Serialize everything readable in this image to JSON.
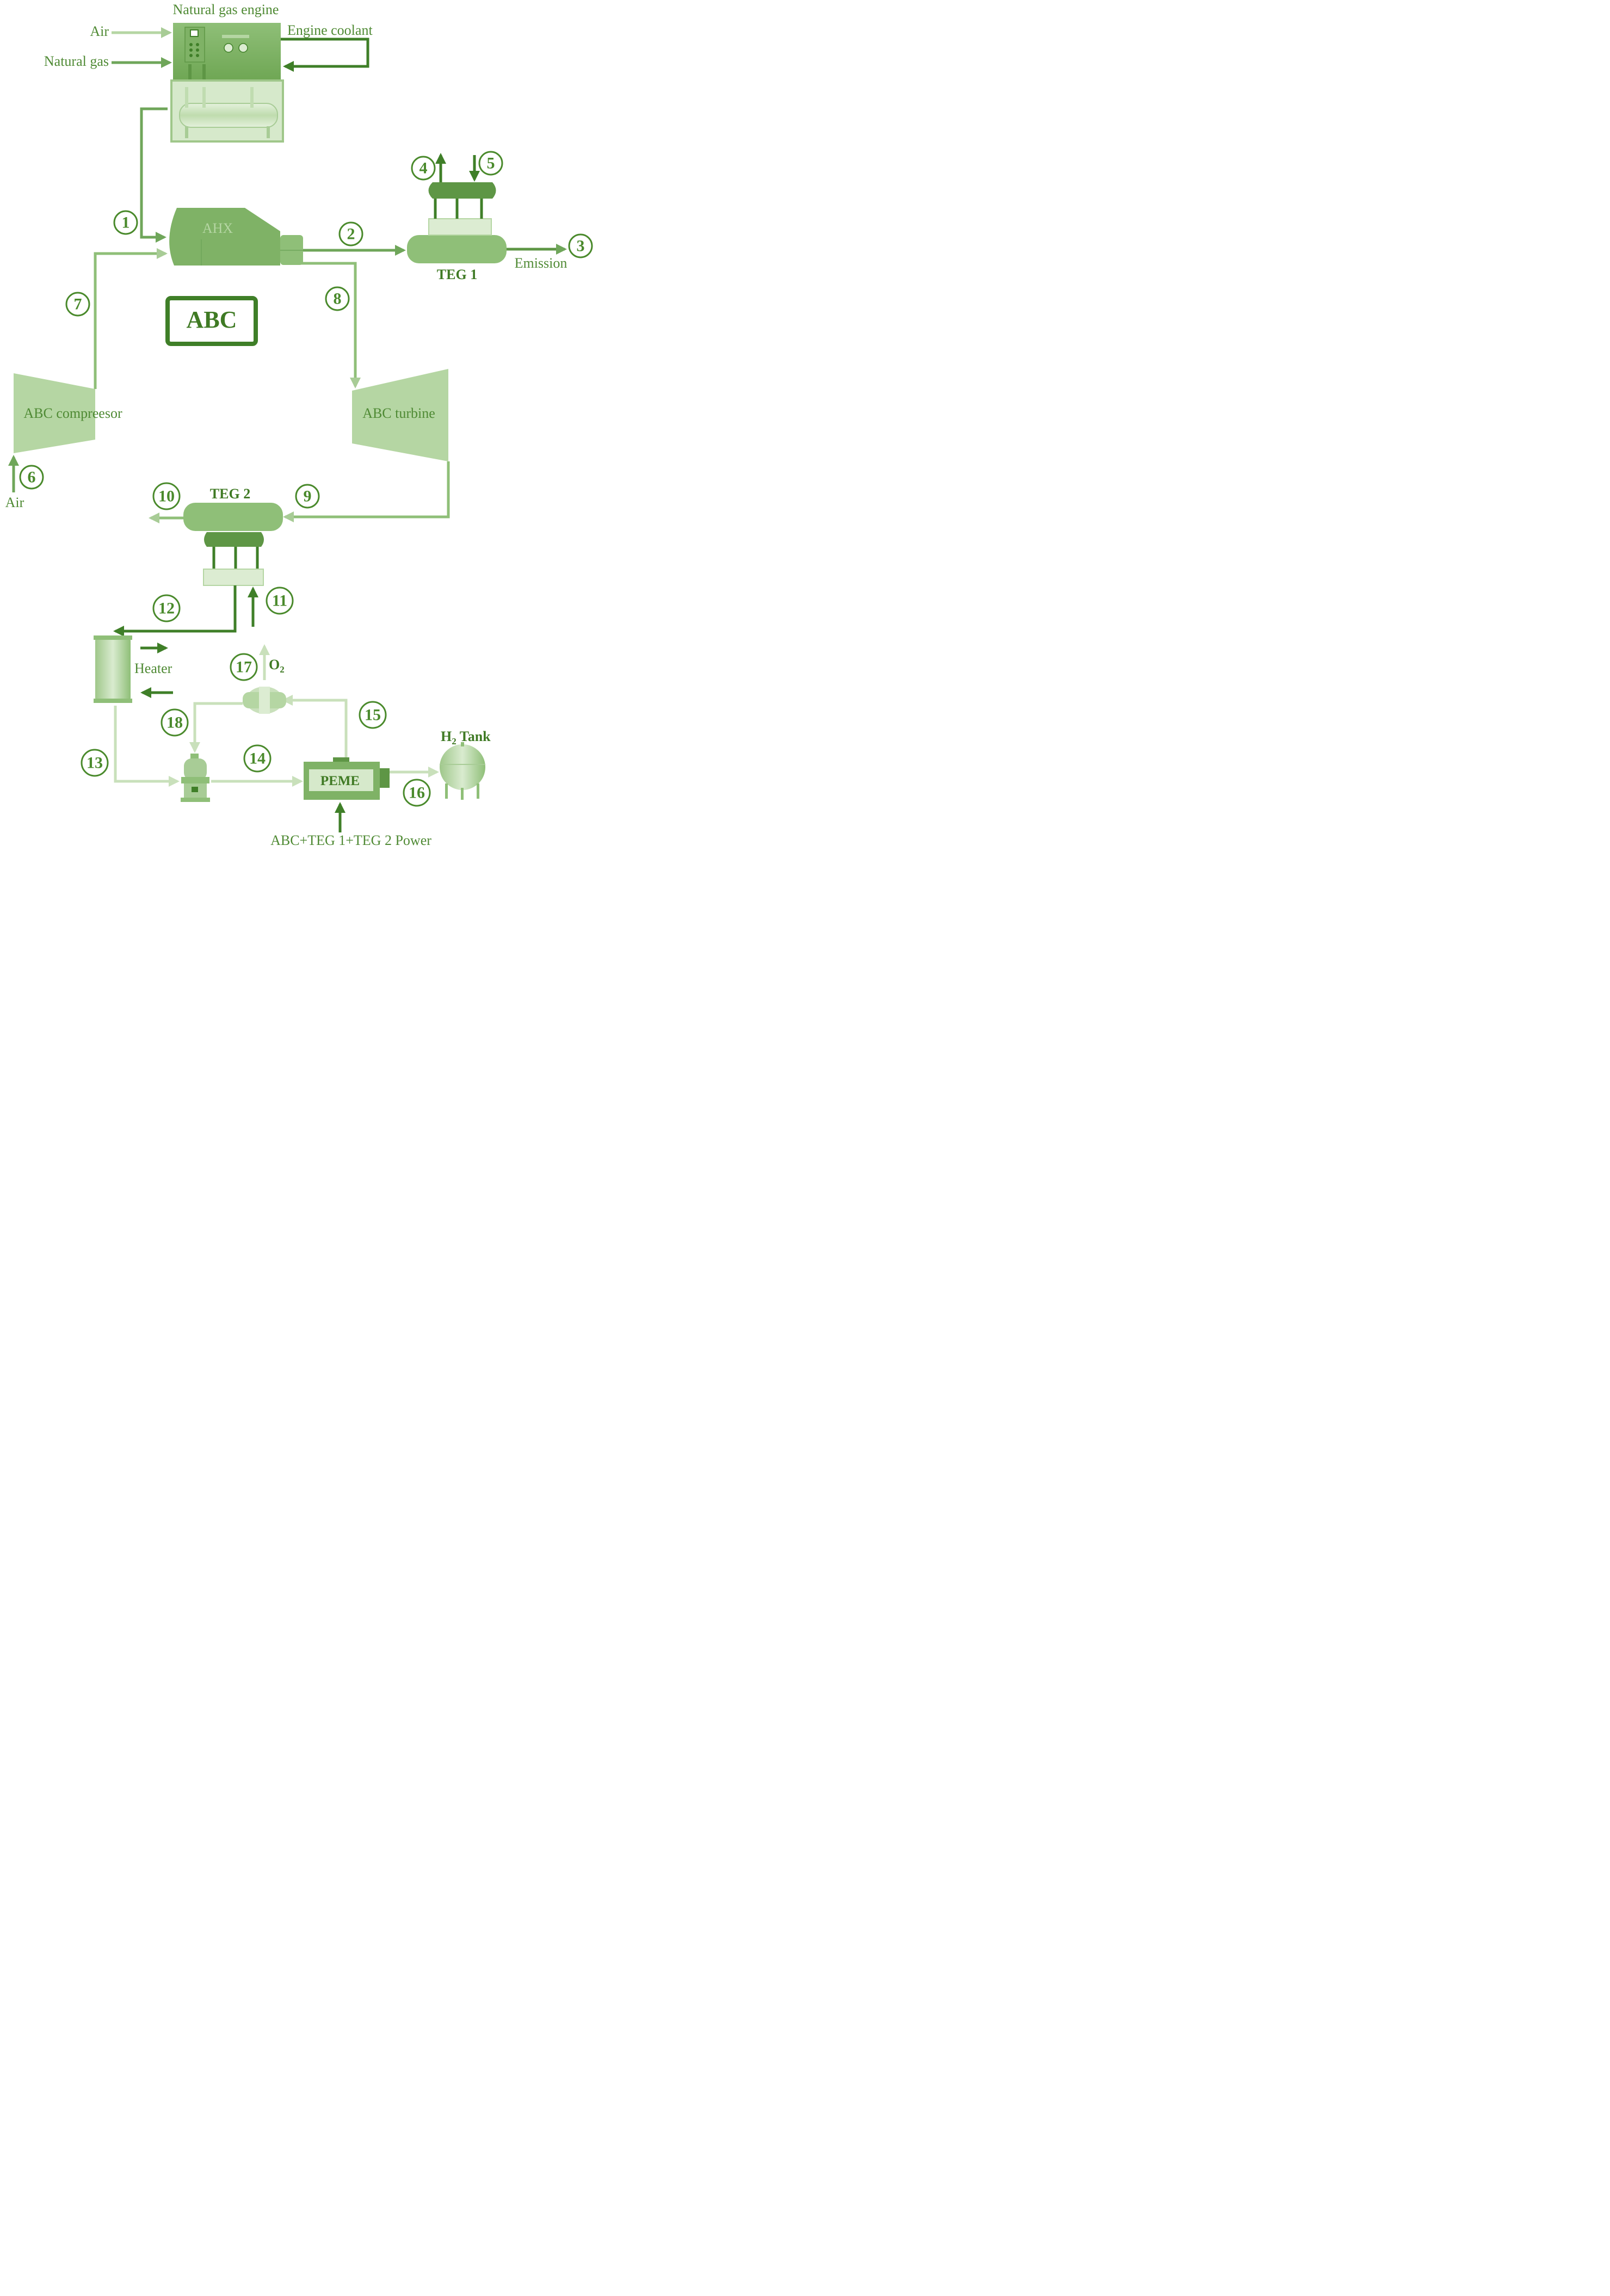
{
  "labels": {
    "engine": "Natural gas engine",
    "air_in": "Air",
    "natural_gas": "Natural gas",
    "engine_coolant": "Engine coolant",
    "ahx": "AHX",
    "abc": "ABC",
    "teg1": "TEG 1",
    "teg2": "TEG 2",
    "emission": "Emission",
    "abc_compressor": "ABC compreesor",
    "abc_turbine": "ABC turbine",
    "air_bottom": "Air",
    "heater": "Heater",
    "o2_main": "O",
    "o2_sub": "2",
    "h2_main": "H",
    "h2_sub": "2",
    "h2_rest": " Tank",
    "peme": "PEME",
    "power": "ABC+TEG 1+TEG 2 Power"
  },
  "state_points": [
    "1",
    "2",
    "3",
    "4",
    "5",
    "6",
    "7",
    "8",
    "9",
    "10",
    "11",
    "12",
    "13",
    "14",
    "15",
    "16",
    "17",
    "18"
  ],
  "colors": {
    "dark": "#3f7f28",
    "mid": "#6fa65a",
    "light": "#a8cc96",
    "pale": "#c9e0bb"
  }
}
